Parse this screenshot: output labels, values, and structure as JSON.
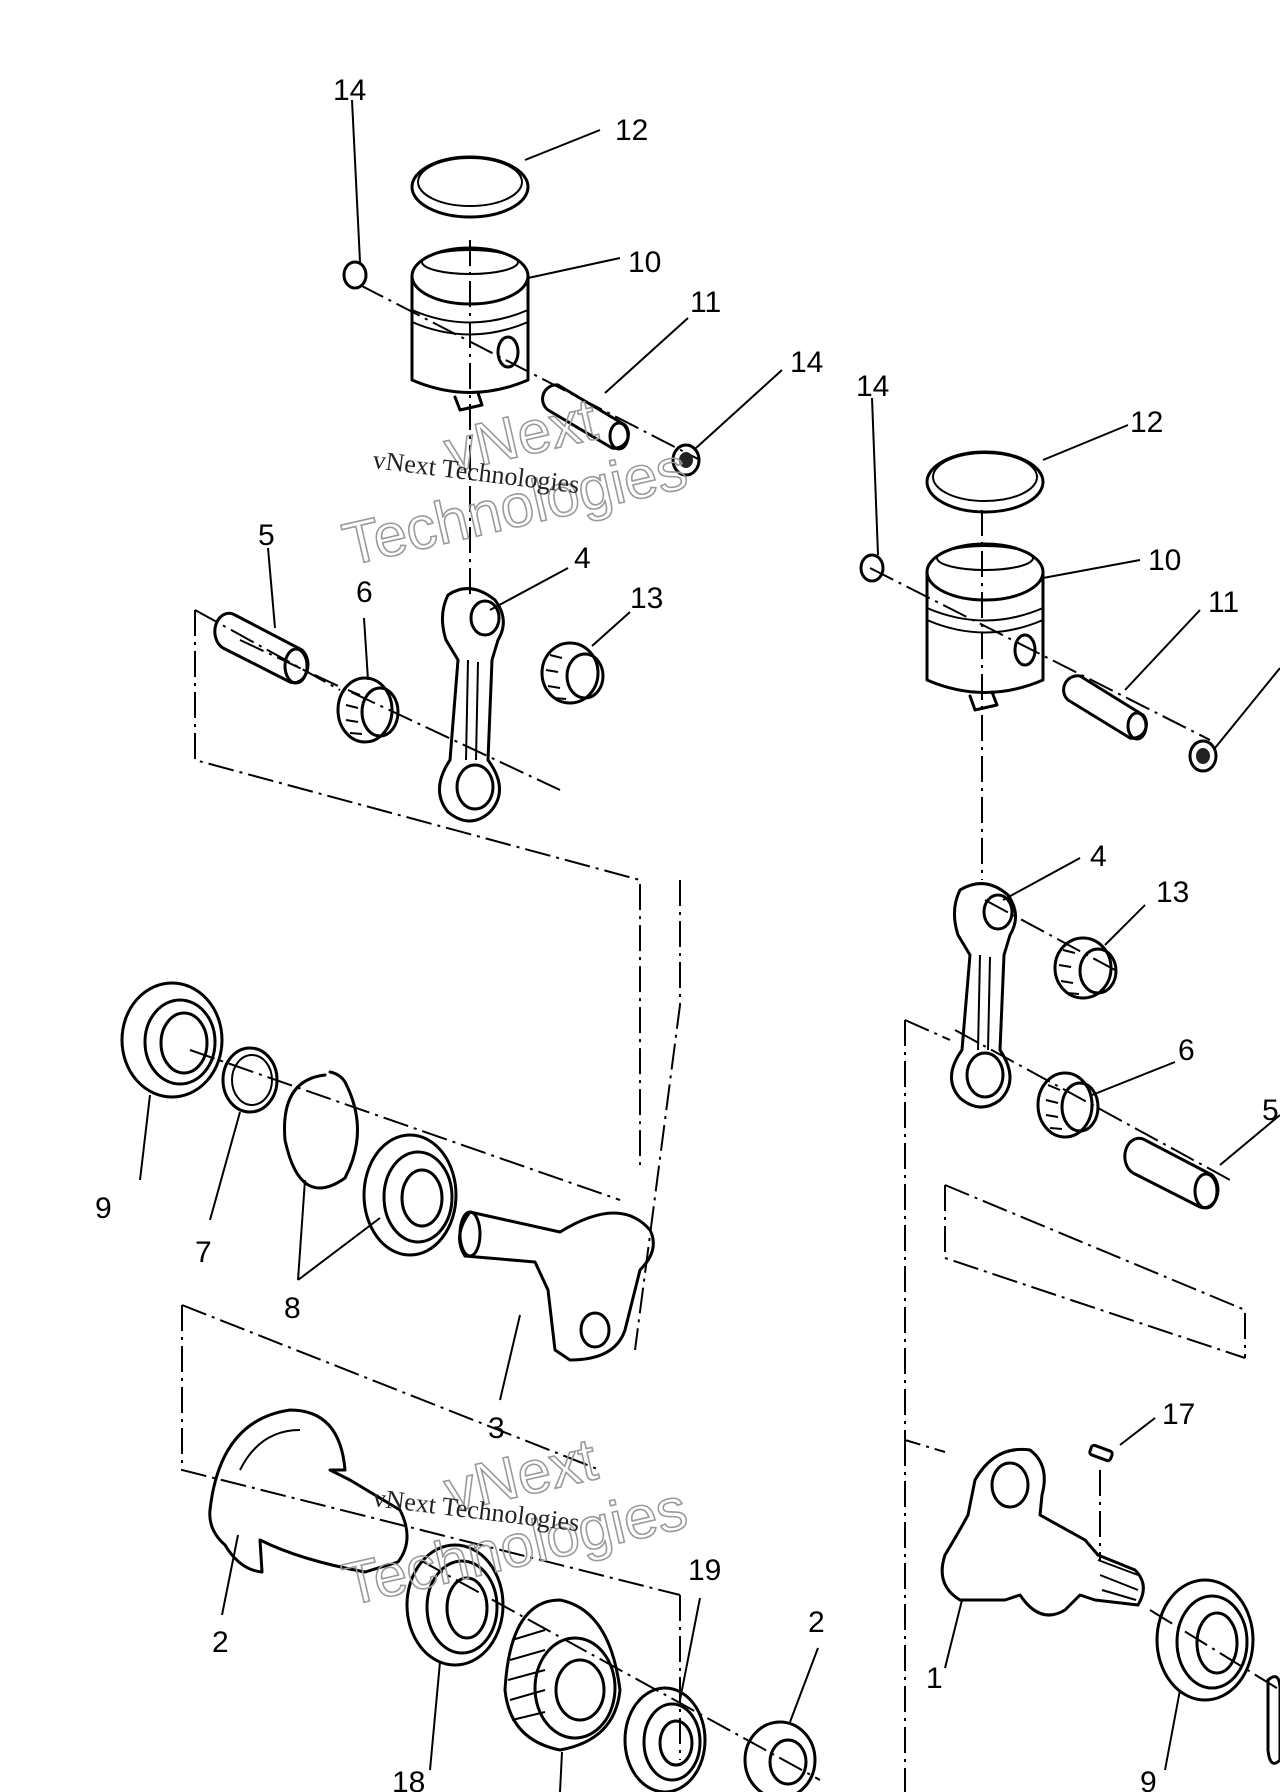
{
  "watermark": {
    "line_small": "vNext Technologies",
    "line_big_1": "vNext",
    "line_big_2": "Technologies"
  },
  "callouts": {
    "l_14a": "14",
    "l_12": "12",
    "l_10": "10",
    "l_11": "11",
    "l_14b": "14",
    "l_5": "5",
    "l_6": "6",
    "l_4": "4",
    "l_13": "13",
    "l_9": "9",
    "l_7": "7",
    "l_8": "8",
    "l_3": "3",
    "l_2a": "2",
    "l_19": "19",
    "l_2b": "2",
    "l_18": "18",
    "r_14": "14",
    "r_12": "12",
    "r_10": "10",
    "r_11": "11",
    "r_4": "4",
    "r_13": "13",
    "r_6": "6",
    "r_5": "5",
    "r_17": "17",
    "r_1": "1",
    "r_9": "9"
  }
}
